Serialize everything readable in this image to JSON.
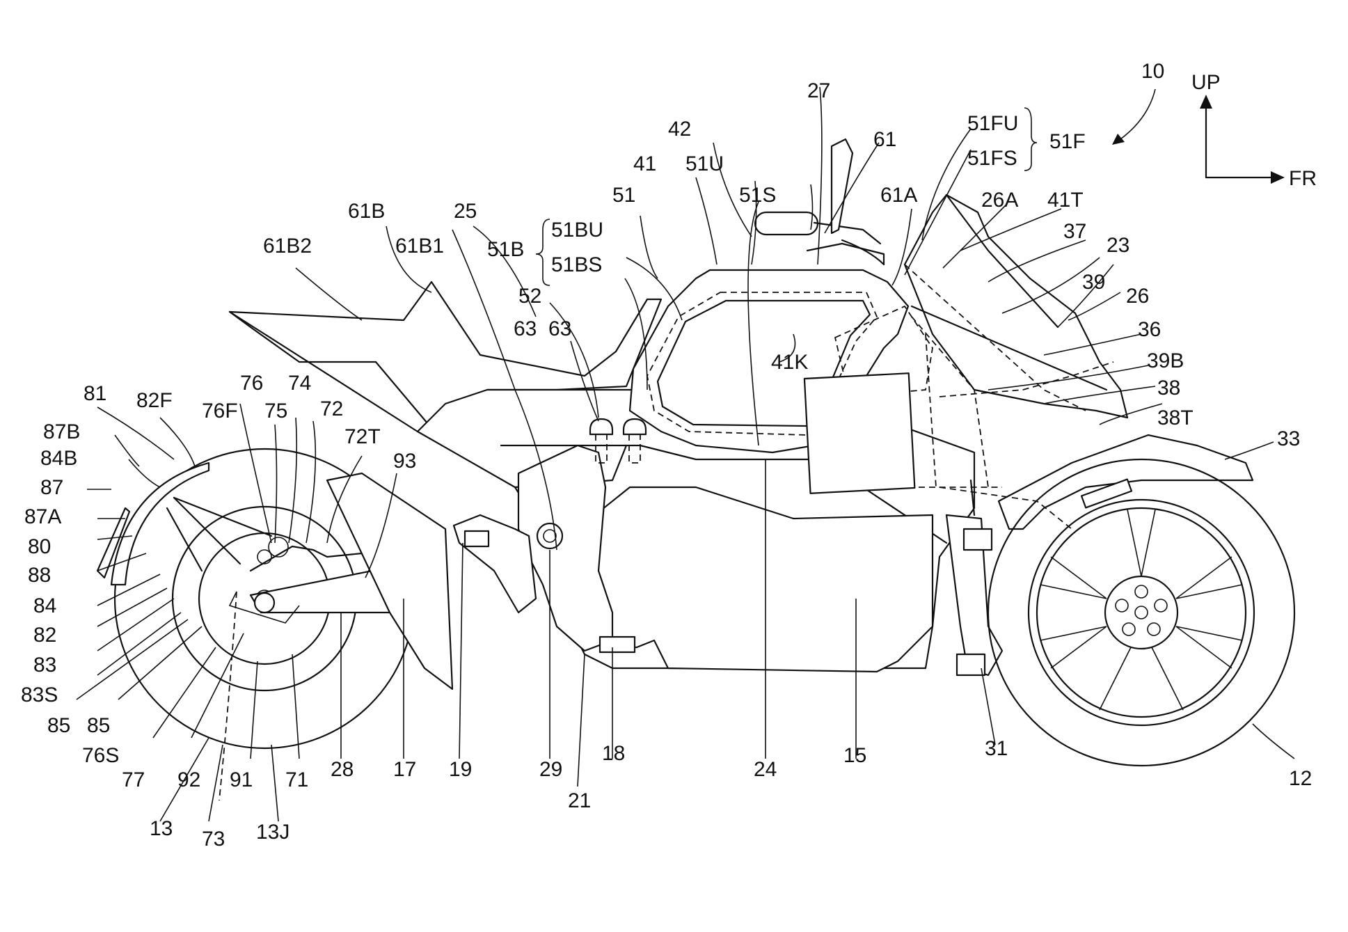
{
  "figure": {
    "ref_main": "10",
    "dir_up": "UP",
    "dir_fr": "FR",
    "labels": [
      {
        "key": "l_27",
        "text": "27"
      },
      {
        "key": "l_61",
        "text": "61"
      },
      {
        "key": "l_51FU",
        "text": "51FU"
      },
      {
        "key": "l_51FS",
        "text": "51FS"
      },
      {
        "key": "l_51F",
        "text": "51F"
      },
      {
        "key": "l_42",
        "text": "42"
      },
      {
        "key": "l_41",
        "text": "41"
      },
      {
        "key": "l_51U",
        "text": "51U"
      },
      {
        "key": "l_51",
        "text": "51"
      },
      {
        "key": "l_51S",
        "text": "51S"
      },
      {
        "key": "l_61A",
        "text": "61A"
      },
      {
        "key": "l_26A",
        "text": "26A"
      },
      {
        "key": "l_41T",
        "text": "41T"
      },
      {
        "key": "l_37",
        "text": "37"
      },
      {
        "key": "l_23",
        "text": "23"
      },
      {
        "key": "l_39",
        "text": "39"
      },
      {
        "key": "l_26",
        "text": "26"
      },
      {
        "key": "l_36",
        "text": "36"
      },
      {
        "key": "l_39B",
        "text": "39B"
      },
      {
        "key": "l_38",
        "text": "38"
      },
      {
        "key": "l_38T",
        "text": "38T"
      },
      {
        "key": "l_33",
        "text": "33"
      },
      {
        "key": "l_61B",
        "text": "61B"
      },
      {
        "key": "l_25",
        "text": "25"
      },
      {
        "key": "l_61B2",
        "text": "61B2"
      },
      {
        "key": "l_61B1",
        "text": "61B1"
      },
      {
        "key": "l_51B",
        "text": "51B"
      },
      {
        "key": "l_51BU",
        "text": "51BU"
      },
      {
        "key": "l_51BS",
        "text": "51BS"
      },
      {
        "key": "l_52",
        "text": "52"
      },
      {
        "key": "l_63a",
        "text": "63"
      },
      {
        "key": "l_63b",
        "text": "63"
      },
      {
        "key": "l_41K",
        "text": "41K"
      },
      {
        "key": "l_81",
        "text": "81"
      },
      {
        "key": "l_82F",
        "text": "82F"
      },
      {
        "key": "l_76",
        "text": "76"
      },
      {
        "key": "l_74",
        "text": "74"
      },
      {
        "key": "l_76F",
        "text": "76F"
      },
      {
        "key": "l_75",
        "text": "75"
      },
      {
        "key": "l_72",
        "text": "72"
      },
      {
        "key": "l_72T",
        "text": "72T"
      },
      {
        "key": "l_93",
        "text": "93"
      },
      {
        "key": "l_87B",
        "text": "87B"
      },
      {
        "key": "l_84B",
        "text": "84B"
      },
      {
        "key": "l_87",
        "text": "87"
      },
      {
        "key": "l_87A",
        "text": "87A"
      },
      {
        "key": "l_80",
        "text": "80"
      },
      {
        "key": "l_88",
        "text": "88"
      },
      {
        "key": "l_84",
        "text": "84"
      },
      {
        "key": "l_82",
        "text": "82"
      },
      {
        "key": "l_83",
        "text": "83"
      },
      {
        "key": "l_83S",
        "text": "83S"
      },
      {
        "key": "l_85a",
        "text": "85"
      },
      {
        "key": "l_85b",
        "text": "85"
      },
      {
        "key": "l_76S",
        "text": "76S"
      },
      {
        "key": "l_77",
        "text": "77"
      },
      {
        "key": "l_92",
        "text": "92"
      },
      {
        "key": "l_91",
        "text": "91"
      },
      {
        "key": "l_71",
        "text": "71"
      },
      {
        "key": "l_28",
        "text": "28"
      },
      {
        "key": "l_17",
        "text": "17"
      },
      {
        "key": "l_19",
        "text": "19"
      },
      {
        "key": "l_29",
        "text": "29"
      },
      {
        "key": "l_18",
        "text": "18"
      },
      {
        "key": "l_21",
        "text": "21"
      },
      {
        "key": "l_24",
        "text": "24"
      },
      {
        "key": "l_15",
        "text": "15"
      },
      {
        "key": "l_31",
        "text": "31"
      },
      {
        "key": "l_12",
        "text": "12"
      },
      {
        "key": "l_13",
        "text": "13"
      },
      {
        "key": "l_73",
        "text": "73"
      },
      {
        "key": "l_13J",
        "text": "13J"
      }
    ]
  }
}
